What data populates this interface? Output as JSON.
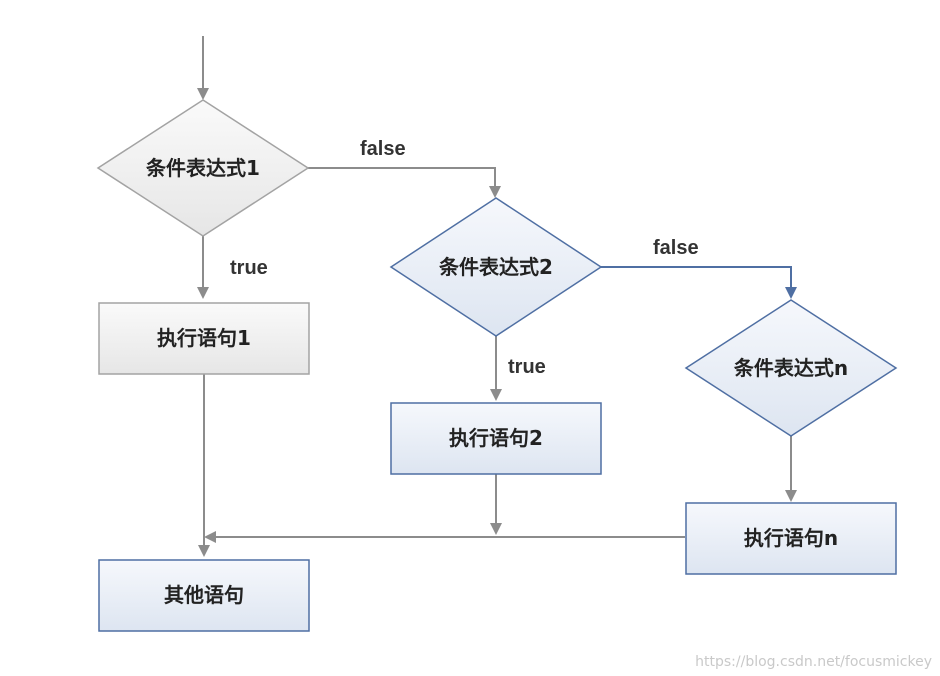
{
  "nodes": {
    "cond1": "条件表达式1",
    "cond2": "条件表达式2",
    "condn": "条件表达式n",
    "stmt1": "执行语句1",
    "stmt2": "执行语句2",
    "stmtn": "执行语句n",
    "other": "其他语句"
  },
  "edges": {
    "cond1_false": "false",
    "cond1_true": "true",
    "cond2_false": "false",
    "cond2_true": "true"
  },
  "watermark": "https://blog.csdn.net/focusmickey",
  "colors": {
    "gray_stroke": "#8c8c8c",
    "blue_stroke": "#4f6fa3",
    "gray_fill": "#efefef",
    "blue_fill": "#e9eef6"
  }
}
